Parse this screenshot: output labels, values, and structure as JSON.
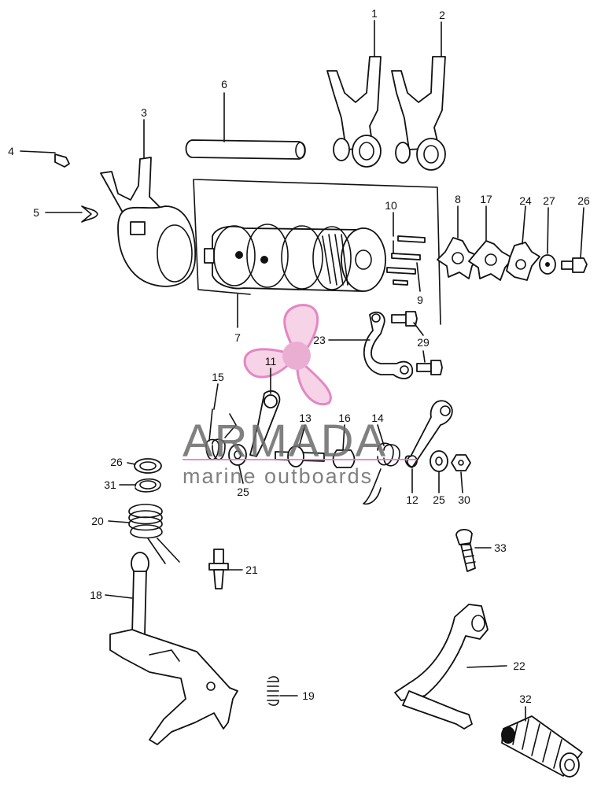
{
  "diagram": {
    "part_numbers": [
      "1",
      "2",
      "3",
      "4",
      "5",
      "6",
      "7",
      "8",
      "9",
      "10",
      "11",
      "12",
      "13",
      "14",
      "15",
      "16",
      "17",
      "18",
      "19",
      "20",
      "21",
      "22",
      "23",
      "24",
      "25",
      "25",
      "26",
      "26",
      "27",
      "29",
      "30",
      "31",
      "32",
      "33"
    ]
  },
  "watermark": {
    "brand": "ARMADA",
    "tagline": "marine outboards",
    "colors": {
      "logo": "#e8a6cf",
      "logo_line": "#e07bbd",
      "text": "#6b6b6b"
    }
  }
}
